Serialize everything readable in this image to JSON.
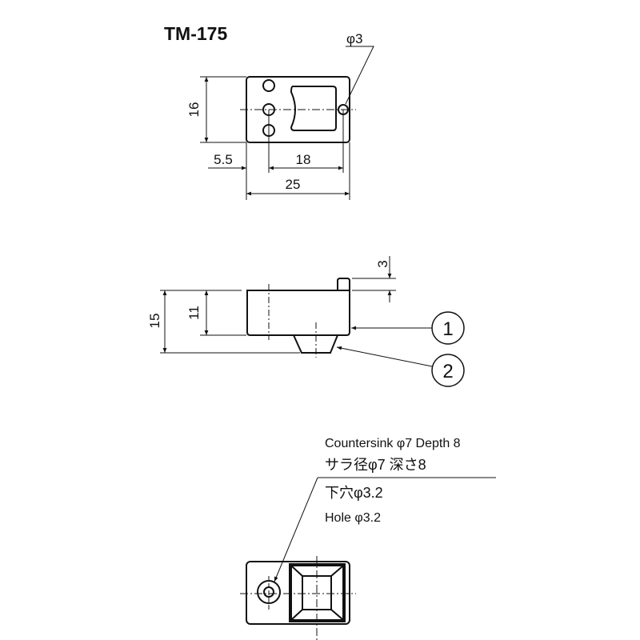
{
  "title": "TM-175",
  "top_view": {
    "hole_dim": "φ3",
    "height_dim": "16",
    "offset_dim": "5.5",
    "pitch_dim": "18",
    "width_dim": "25"
  },
  "side_view": {
    "total_height_dim": "15",
    "body_height_dim": "11",
    "pin_height_dim": "3",
    "callouts": [
      "1",
      "2"
    ]
  },
  "bottom_view": {
    "note_line1": "Countersink φ7 Depth 8",
    "note_line2": "サラ径φ7 深さ8",
    "note_line3": "下穴φ3.2",
    "note_line4": "Hole φ3.2"
  }
}
